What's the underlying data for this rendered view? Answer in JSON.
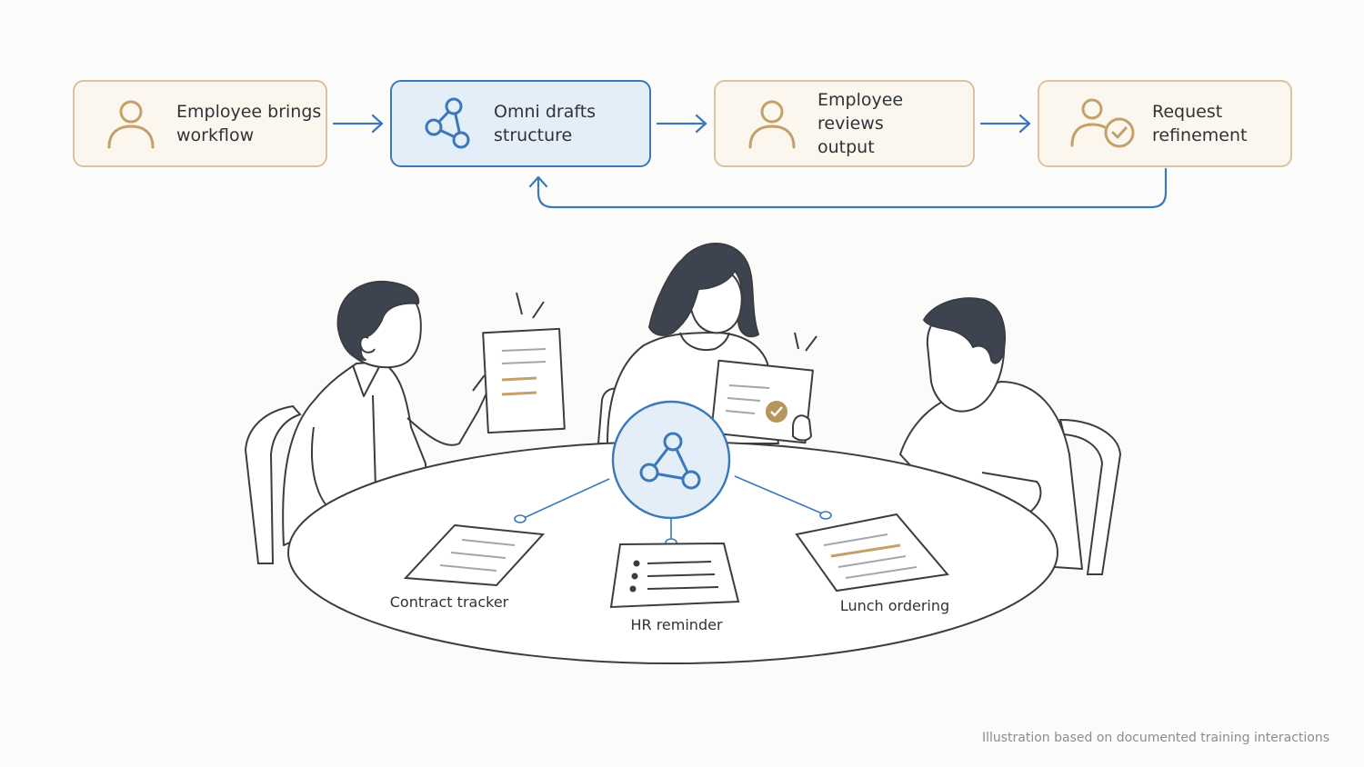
{
  "flow": {
    "steps": [
      {
        "line1": "Employee brings",
        "line2": "workflow",
        "icon": "person-icon"
      },
      {
        "line1": "Omni drafts",
        "line2": "structure",
        "icon": "network-icon"
      },
      {
        "line1": "Employee reviews",
        "line2": "output",
        "icon": "person-icon"
      },
      {
        "line1": "Request",
        "line2": "refinement",
        "icon": "person-check-icon"
      }
    ]
  },
  "scene": {
    "docs": {
      "contract": "Contract tracker",
      "hr": "HR reminder",
      "lunch": "Lunch ordering"
    }
  },
  "caption": "Illustration based on documented training interactions",
  "colors": {
    "gold": "#c4a06a",
    "blue": "#3a78b8",
    "ink": "#3a3d42"
  }
}
